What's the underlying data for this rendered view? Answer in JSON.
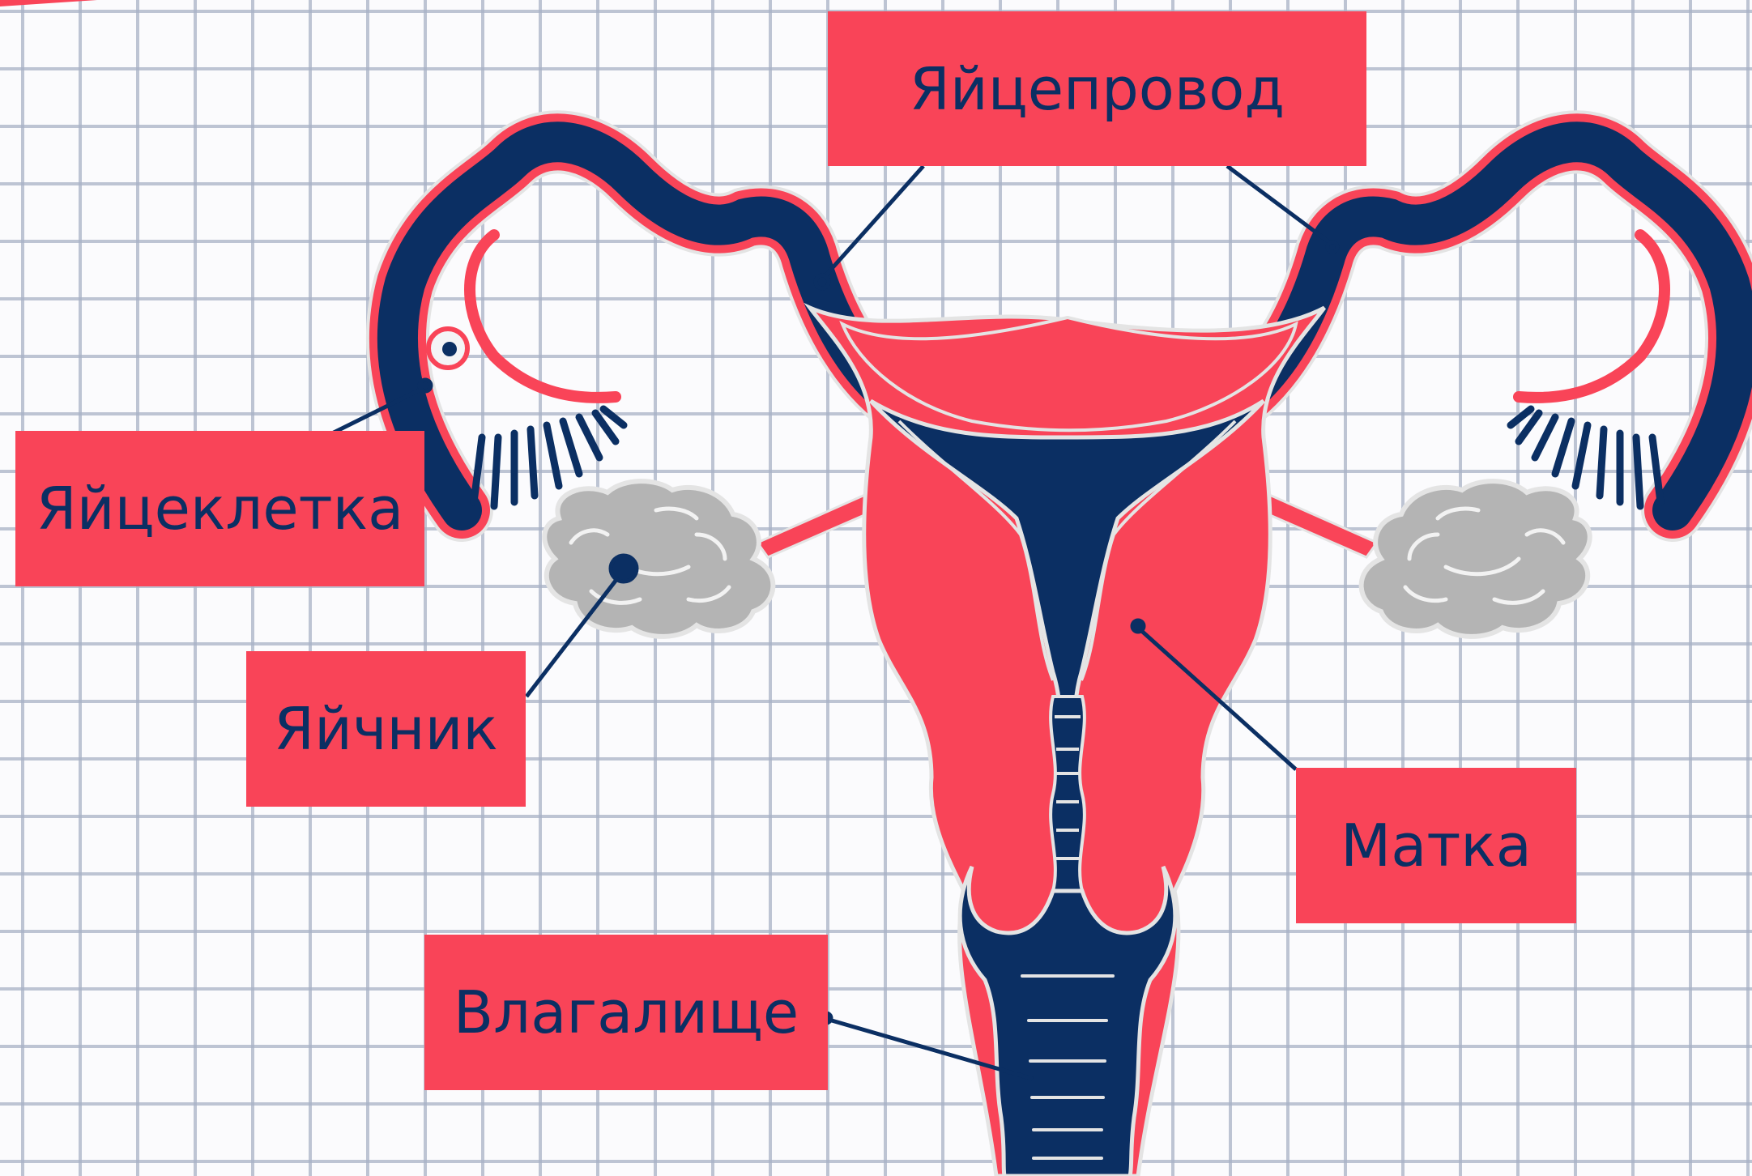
{
  "labels": {
    "fallopian_tube": "Яйцепровод",
    "egg_cell": "Яйцеклетка",
    "ovary": "Яйчник",
    "uterus": "Матка",
    "vagina": "Влагалище"
  },
  "colors": {
    "label_bg": "#f94458",
    "text": "#0b2f63",
    "organ_red": "#f94458",
    "organ_navy": "#0b2f63",
    "ovary_gray": "#b4b4b4",
    "outline": "#d9d9d9"
  }
}
